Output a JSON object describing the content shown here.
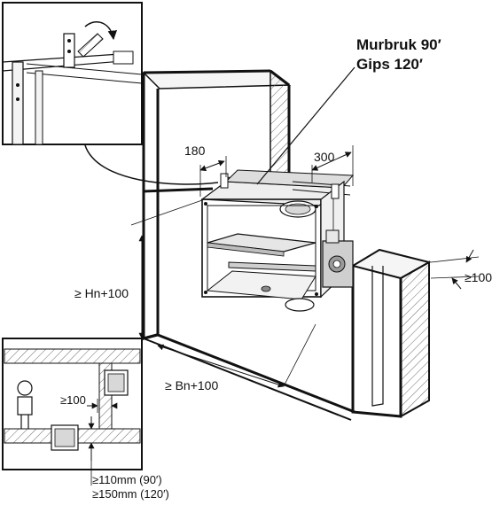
{
  "fire_rating": {
    "line1": "Murbruk 90′",
    "line2": "Gips 120′"
  },
  "dimensions": {
    "d180": "180",
    "d300": "300",
    "d100_right": "≥100",
    "height": "≥ Hn+100",
    "width": "≥ Bn+100"
  },
  "inset": {
    "d100": "≥100",
    "clearance_90": "≥110mm (90′)",
    "clearance_120": "≥150mm (120′)"
  },
  "colors": {
    "line": "#111111",
    "grey_fill": "#9a9a9a",
    "light_fill": "#e6e6e6",
    "hatch": "#6a6a6a"
  }
}
